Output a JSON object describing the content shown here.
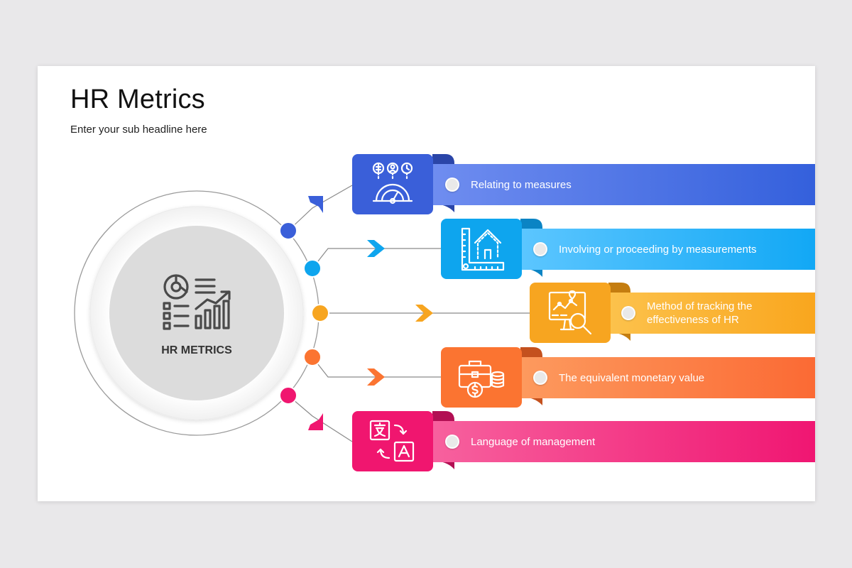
{
  "slide": {
    "title": "HR Metrics",
    "subtitle": "Enter your sub headline here"
  },
  "center": {
    "label": "HR METRICS",
    "icon": "hr-metrics-dashboard-icon"
  },
  "items": [
    {
      "text": "Relating to measures",
      "icon": "performance-gauge-icon",
      "color": "#3a5fd9"
    },
    {
      "text": "Involving or proceeding by measurements",
      "icon": "measuring-ruler-icon",
      "color": "#0ea5ee"
    },
    {
      "text": "Method of tracking the effectiveness of HR",
      "icon": "monitor-search-icon",
      "color": "#f7a520"
    },
    {
      "text": "The equivalent monetary value",
      "icon": "briefcase-money-icon",
      "color": "#fb7431"
    },
    {
      "text": "Language of management",
      "icon": "language-translate-icon",
      "color": "#f0166f"
    }
  ]
}
